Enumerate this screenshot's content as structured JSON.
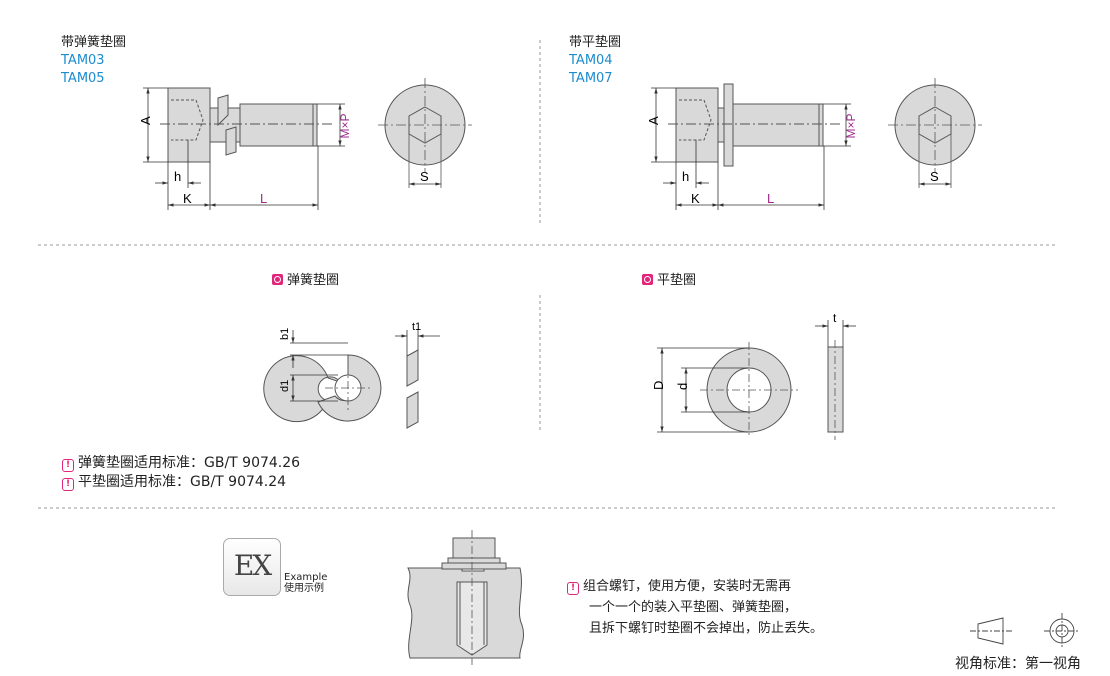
{
  "top_left": {
    "title": "带弹簧垫圈",
    "codes": [
      "TAM03",
      "TAM05"
    ]
  },
  "top_right": {
    "title": "带平垫圈",
    "codes": [
      "TAM04",
      "TAM07"
    ]
  },
  "dims": {
    "A": "A",
    "MxP": "M×P",
    "h": "h",
    "K": "K",
    "L": "L",
    "S": "S",
    "b1": "b1",
    "d1": "d1",
    "t1": "t1",
    "D": "D",
    "d": "d",
    "t": "t"
  },
  "washers": {
    "spring_label": "弹簧垫圈",
    "flat_label": "平垫圈"
  },
  "standards": [
    "弹簧垫圈适用标准：GB/T 9074.26",
    "平垫圈适用标准：GB/T 9074.24"
  ],
  "example": {
    "badge": "EX",
    "label_en": "Example",
    "label_cn": "使用示例"
  },
  "note_lines": [
    "组合螺钉，使用方便，安装时无需再",
    "一个一个的装入平垫圈、弹簧垫圈，",
    "且拆下螺钉时垫圈不会掉出，防止丢失。"
  ],
  "view_standard": "视角标准：第一视角",
  "colors": {
    "code_blue": "#1b8ccf",
    "dim_magenta": "#9b2a8c",
    "accent_pink": "#e0257a",
    "part_fill": "#d9d9d9"
  }
}
